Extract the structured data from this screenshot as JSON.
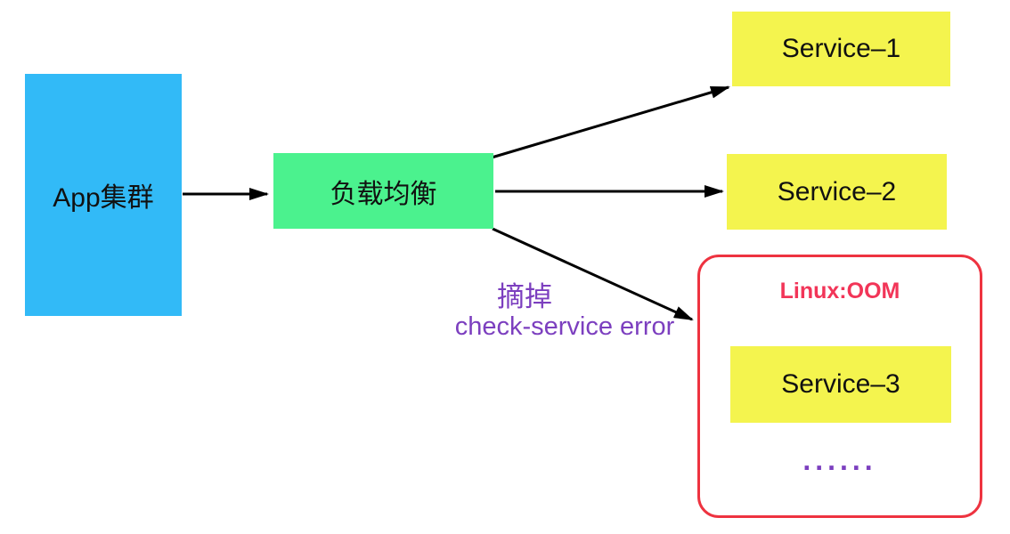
{
  "nodes": {
    "app_cluster": {
      "label": "App集群",
      "fill": "#32baf7"
    },
    "load_balancer": {
      "label": "负载均衡",
      "fill": "#4bf28e"
    },
    "service_1": {
      "label": "Service–1",
      "fill": "#f4f44e"
    },
    "service_2": {
      "label": "Service–2",
      "fill": "#f4f44e"
    },
    "service_3": {
      "label": "Service–3",
      "fill": "#f4f44e"
    },
    "oom_group": {
      "label": "Linux:OOM",
      "border_color": "#ee3340",
      "label_color": "#f23558"
    },
    "ellipsis": {
      "label": "......",
      "color": "#7c3fbf"
    }
  },
  "annotations": {
    "remove": {
      "label": "摘掉",
      "color": "#7c3fbf"
    },
    "check_error": {
      "label": "check-service error",
      "color": "#7c3fbf"
    }
  },
  "edges": [
    {
      "from": "app_cluster",
      "to": "load_balancer"
    },
    {
      "from": "load_balancer",
      "to": "service_1"
    },
    {
      "from": "load_balancer",
      "to": "service_2"
    },
    {
      "from": "load_balancer",
      "to": "oom_group"
    }
  ],
  "colors": {
    "arrow": "#000000",
    "text": "#111111",
    "background": "#ffffff"
  }
}
